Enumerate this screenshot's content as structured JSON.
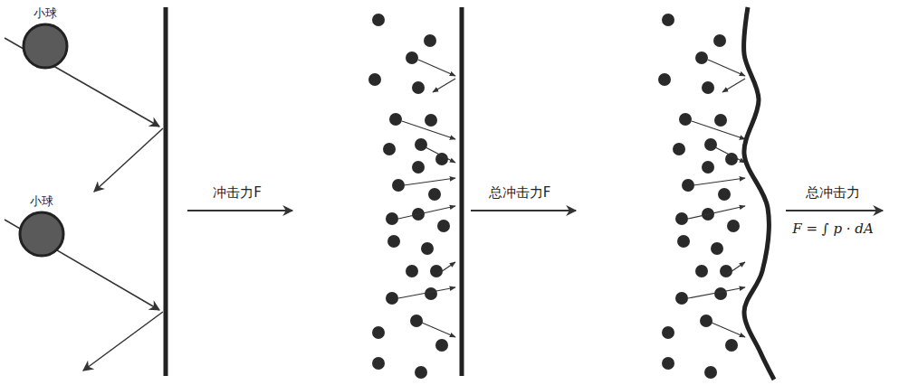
{
  "diagram": {
    "nodes": [
      {
        "text": [
          "小球"
        ]
      },
      {
        "text": [
          "小球"
        ]
      }
    ],
    "labels": [
      "冲击力F",
      "总冲击力F",
      "总冲击力",
      "F = ∫ p · dA"
    ]
  }
}
